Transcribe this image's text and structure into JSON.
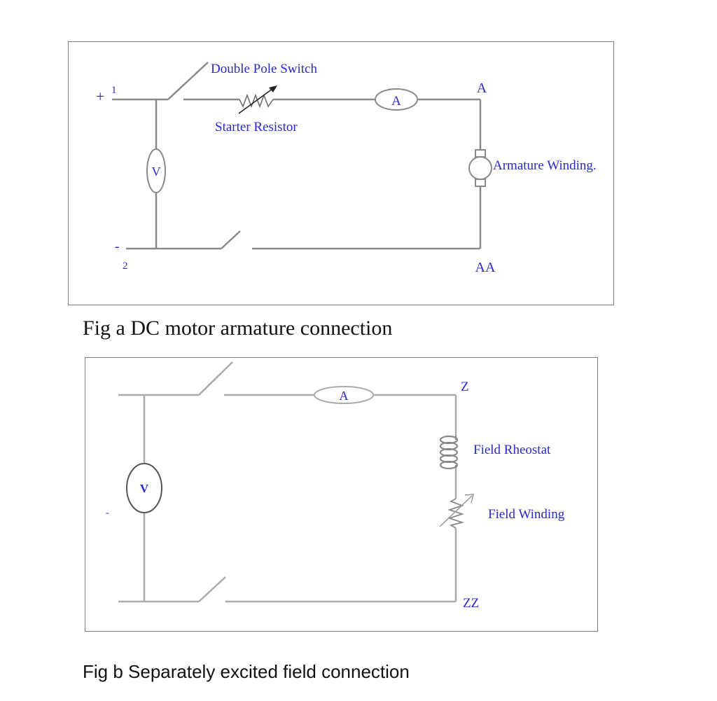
{
  "colors": {
    "wire_a": "#8a8a8a",
    "wire_b": "#ababab",
    "label": "#2a2acc",
    "meter_dark": "#444444"
  },
  "fig_a": {
    "caption": "Fig a DC motor armature connection",
    "plus_sign": "+",
    "terminal_1": "1",
    "minus_sign": "-",
    "terminal_2": "2",
    "switch_label": "Double Pole Switch",
    "resistor_label": "Starter Resistor",
    "ammeter_label": "A",
    "voltmeter_label": "V",
    "terminal_A": "A",
    "terminal_AA": "AA",
    "armature_label": "Armature Winding."
  },
  "fig_b": {
    "caption": "Fig b Separately excited field connection",
    "ammeter_label": "A",
    "voltmeter_label": "V",
    "minus_sign": "-",
    "terminal_Z": "Z",
    "terminal_ZZ": "ZZ",
    "coil_label": "Field Rheostat",
    "rheostat_label": "Field Winding"
  }
}
